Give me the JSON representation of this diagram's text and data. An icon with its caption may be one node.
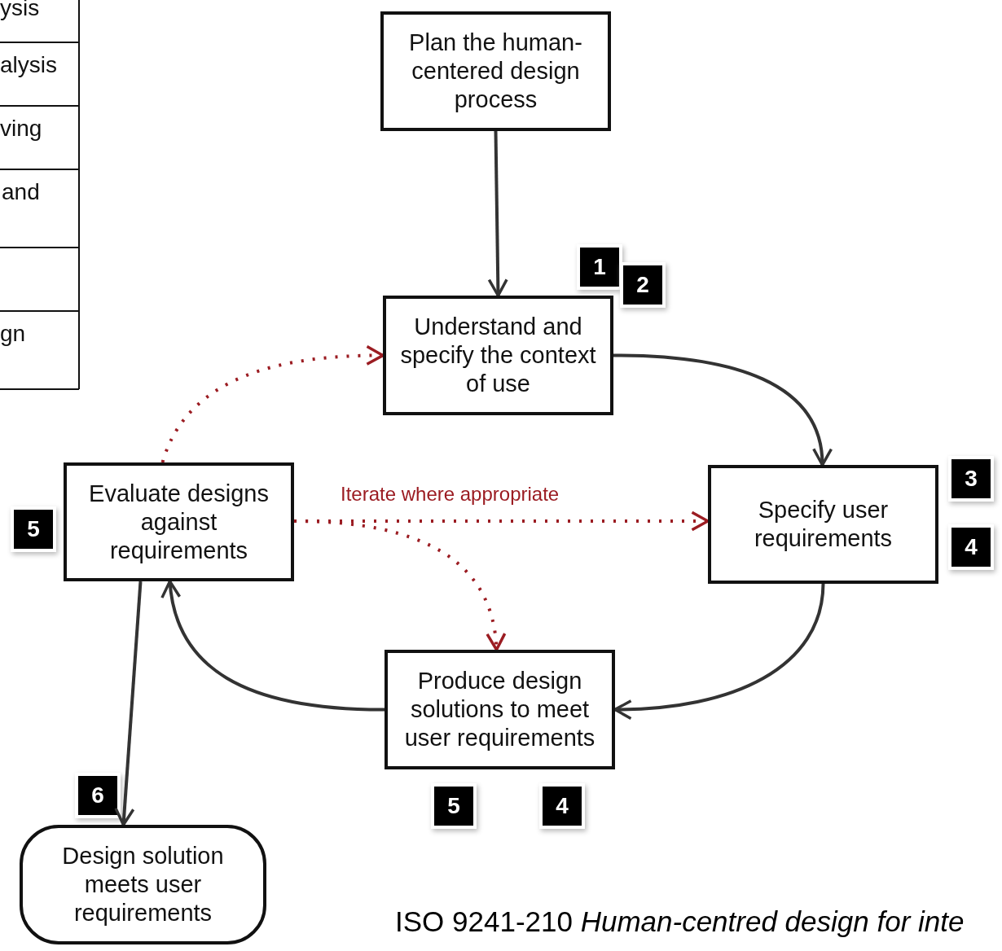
{
  "diagram": {
    "caption": "ISO 9241-210 *Human-centred design for inte*",
    "nodes": [
      {
        "text": [
          "Plan the human-centered design process"
        ]
      },
      {
        "text": [
          "Understand and specify the context of use"
        ]
      },
      {
        "text": [
          "Specify user requirements"
        ]
      },
      {
        "text": [
          "Produce design solutions to meet user requirements"
        ]
      },
      {
        "text": [
          "Evaluate designs against requirements"
        ]
      },
      {
        "text": [
          "Design solution meets user requirements"
        ]
      }
    ],
    "edges": [
      {
        "from": 0,
        "to": 1,
        "arrow": "to"
      },
      {
        "from": 1,
        "to": 2,
        "arrow": "to"
      },
      {
        "from": 2,
        "to": 3,
        "arrow": "to"
      },
      {
        "from": 3,
        "to": 4,
        "arrow": "to"
      },
      {
        "from": 4,
        "to": 5,
        "arrow": "to"
      },
      {
        "from": 4,
        "to": 1,
        "arrow": "to",
        "style": "dashed",
        "color": "#9b1c22"
      },
      {
        "from": 4,
        "to": 2,
        "arrow": "to",
        "style": "dashed",
        "color": "#9b1c22",
        "label": "Iterate where appropriate"
      },
      {
        "from": 4,
        "to": 3,
        "arrow": "to",
        "style": "dashed",
        "color": "#9b1c22"
      }
    ],
    "labels": [
      "ysis",
      "alysis",
      "ving",
      "and",
      "gn",
      "1",
      "2",
      "3",
      "5",
      "4",
      "6",
      "5",
      "4"
    ]
  }
}
